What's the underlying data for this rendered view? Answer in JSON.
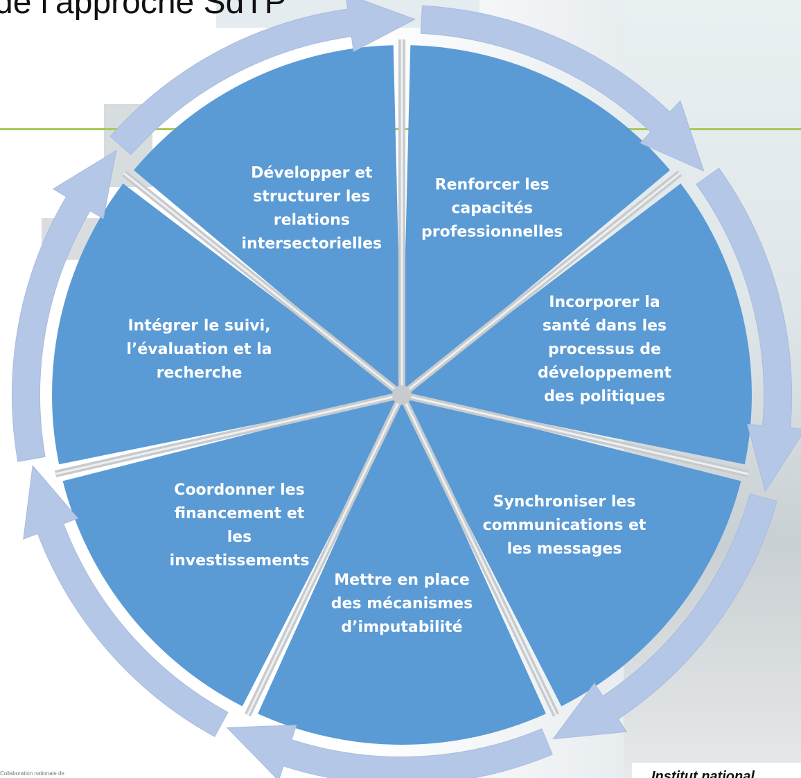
{
  "page": {
    "title": "de l’approche SdTP",
    "footer_left": "Collaboration nationale de",
    "footer_right": "Institut national"
  },
  "colors": {
    "segment_fill": "#5b9bd5",
    "ring_arrow": "#b4c7e7",
    "divider": "#ffffff",
    "accent_line": "#a9c85a"
  },
  "diagram": {
    "segments": [
      {
        "id": "capacites",
        "lines": [
          "Renforcer les",
          "capacités",
          "professionnelles"
        ]
      },
      {
        "id": "politiques",
        "lines": [
          "Incorporer la",
          "santé dans les",
          "processus de",
          "développement",
          "des politiques"
        ]
      },
      {
        "id": "communications",
        "lines": [
          "Synchroniser les",
          "communications et",
          "les messages"
        ]
      },
      {
        "id": "imputabilite",
        "lines": [
          "Mettre en place",
          "des mécanismes",
          "d’imputabilité"
        ]
      },
      {
        "id": "financement",
        "lines": [
          "Coordonner les",
          "financement et",
          "les",
          "investissements"
        ]
      },
      {
        "id": "suivi",
        "lines": [
          "Intégrer le suivi,",
          "l’évaluation et la",
          "recherche"
        ]
      },
      {
        "id": "relations",
        "lines": [
          "Développer et",
          "structurer les",
          "relations",
          "intersectorielles"
        ]
      }
    ]
  }
}
